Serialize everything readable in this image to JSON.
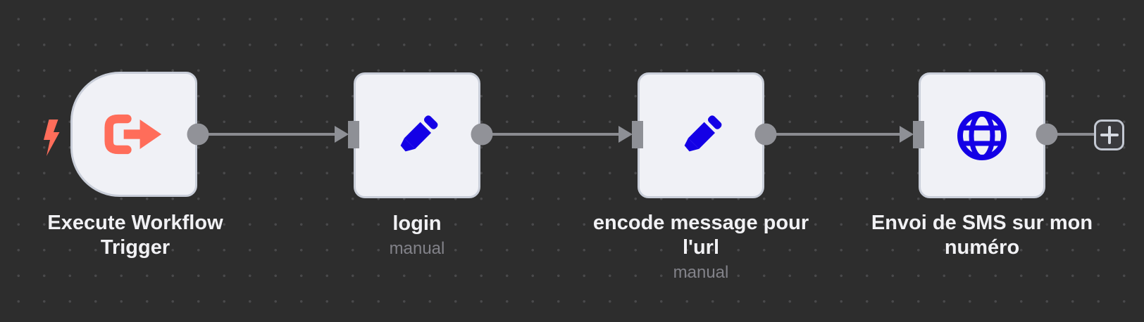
{
  "workflow": {
    "nodes": [
      {
        "label": "Execute Workflow Trigger",
        "subtitle": "",
        "type": "trigger",
        "icon": "sign-out-icon",
        "icon_color": "#ff6d5a"
      },
      {
        "label": "login",
        "subtitle": "manual",
        "type": "action",
        "icon": "pencil-icon",
        "icon_color": "#1400e6"
      },
      {
        "label": "encode message pour l'url",
        "subtitle": "manual",
        "type": "action",
        "icon": "pencil-icon",
        "icon_color": "#1400e6"
      },
      {
        "label": "Envoi de SMS sur mon numéro",
        "subtitle": "",
        "type": "action",
        "icon": "globe-icon",
        "icon_color": "#1400e6"
      }
    ],
    "add_button_label": "+",
    "trigger_indicator_icon": "lightning-bolt-icon"
  },
  "colors": {
    "canvas_background": "#2d2d2d",
    "grid_dot": "#49494b",
    "node_fill": "#f0f1f6",
    "node_border": "#c9ced9",
    "connector": "#8a8b90",
    "port": "#919298",
    "trigger_accent": "#ff6d5a",
    "action_icon_blue": "#1400e6",
    "label_text": "#f1f1f4",
    "subtitle_text": "#828289"
  }
}
